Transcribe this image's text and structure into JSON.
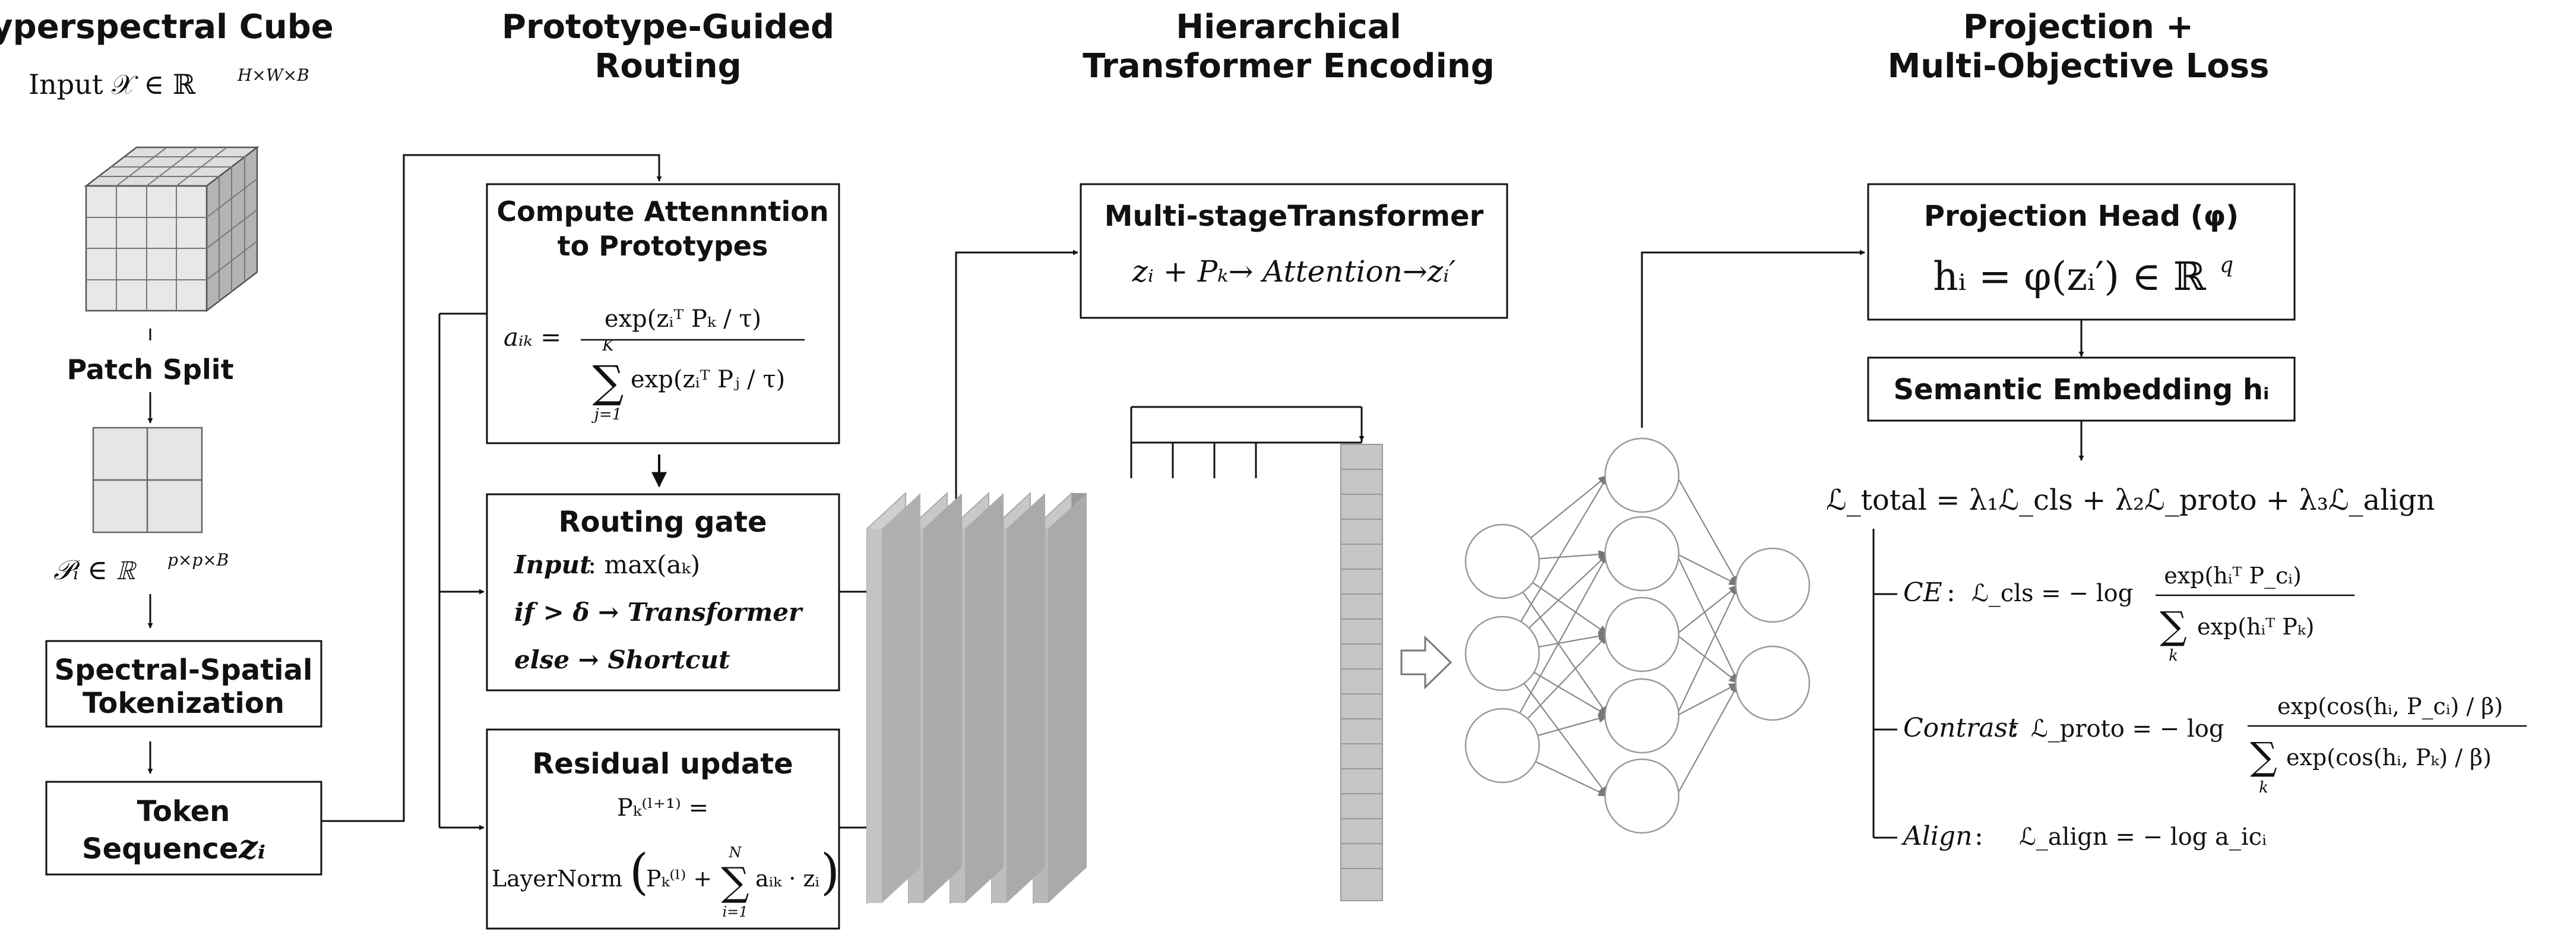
{
  "sections": {
    "s1_title": "Hyperspectral Cube",
    "s2_title_1": "Prototype-Guided",
    "s2_title_2": "Routing",
    "s3_title_1": "Hierarchical",
    "s3_title_2": "Transformer Encoding",
    "s4_title_1": "Projection +",
    "s4_title_2": "Multi-Objective Loss"
  },
  "col1": {
    "input_label": "Input 𝒳 ∈ ℝ",
    "input_sup": "H×W×B",
    "patch_split": "Patch Split",
    "patch_set_label": "𝒫ᵢ ∈ ℝ",
    "patch_set_sup": "p×p×B",
    "tokenization_1": "Spectral-Spatial",
    "tokenization_2": "Tokenization",
    "token_seq_1": "Token",
    "token_seq_2": "Sequence",
    "token_seq_var": "zᵢ"
  },
  "col2": {
    "attn_title_1": "Compute Attennntion",
    "attn_title_2": "to Prototypes",
    "attn_lhs": "aᵢₖ =",
    "attn_num": "exp(zᵢᵀ Pₖ / τ)",
    "attn_sum_top": "K",
    "attn_sum_sym": "∑",
    "attn_sum_bot": "j=1",
    "attn_den": "exp(zᵢᵀ Pⱼ / τ)",
    "gate_title": "Routing gate",
    "gate_input_kw": "Input",
    "gate_input_rest": ": max(aₖ)",
    "gate_if": "if > δ → Transformer",
    "gate_else": "else → Shortcut",
    "res_title": "Residual update",
    "res_lhs": "Pₖ⁽ˡ⁺¹⁾ =",
    "res_ln": "LayerNorm",
    "res_expr_a": "Pₖ⁽ˡ⁾ +",
    "res_sum_top": "N",
    "res_sum_sym": "∑",
    "res_sum_bot": "i=1",
    "res_expr_b": "aᵢₖ · zᵢ"
  },
  "col3": {
    "mst_title": "Multi-stageTransformer",
    "mst_formula": "zᵢ + Pₖ→ Attention→zᵢ′"
  },
  "col4": {
    "proj_title": "Projection Head (φ)",
    "proj_formula": "hᵢ = φ(zᵢ′) ∈ ℝ",
    "proj_sup": "q",
    "emb_title": "Semantic Embedding hᵢ",
    "total_loss": "ℒ_total = λ₁ℒ_cls + λ₂ℒ_proto + λ₃ℒ_align",
    "ce_label": "CE",
    "ce_lhs": "ℒ_cls = − log",
    "ce_num": "exp(hᵢᵀ P_cᵢ)",
    "ce_sum_sym": "∑",
    "ce_sum_bot": "k",
    "ce_den": "exp(hᵢᵀ Pₖ)",
    "con_label": "Contrast",
    "con_lhs": "ℒ_proto = − log",
    "con_num": "exp(cos(hᵢ, P_cᵢ) / β)",
    "con_sum_sym": "∑",
    "con_sum_bot": "k",
    "con_den": "exp(cos(hᵢ, Pₖ) / β)",
    "align_label": "Align",
    "align_eq": "ℒ_align = − log a_icᵢ"
  }
}
